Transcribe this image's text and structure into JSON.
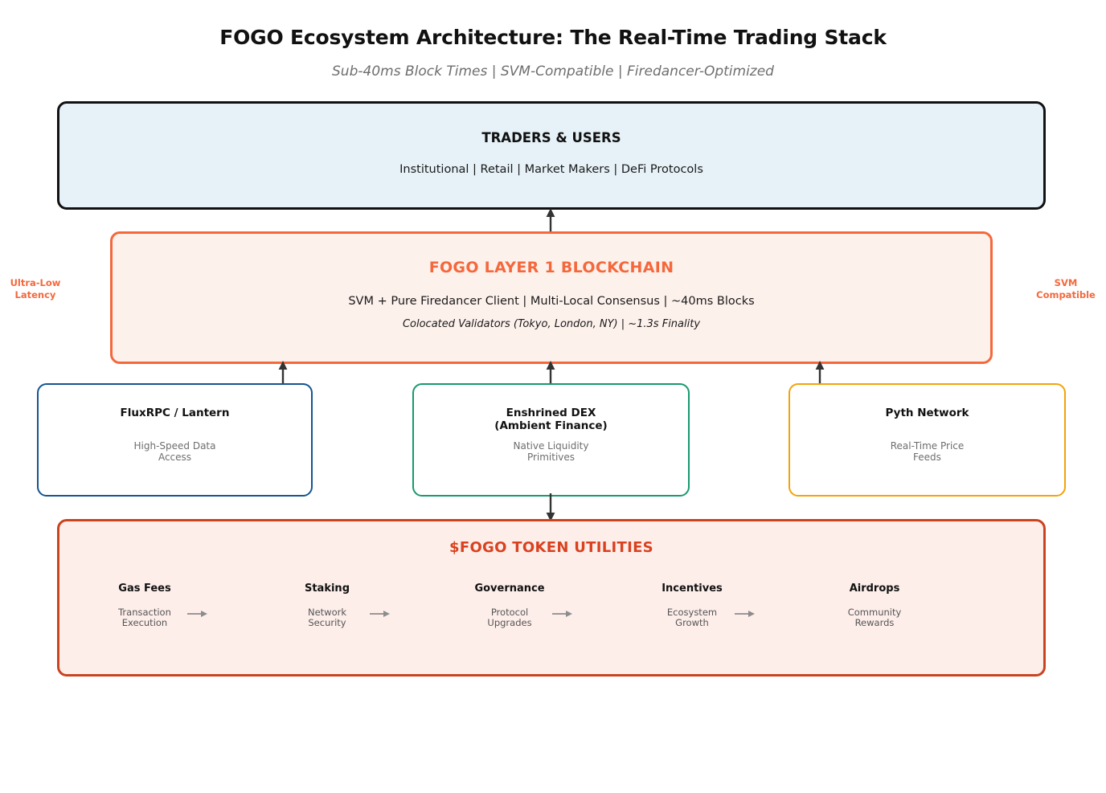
{
  "header": {
    "title": "FOGO Ecosystem Architecture: The Real-Time Trading Stack",
    "subtitle": "Sub-40ms Block Times | SVM-Compatible | Firedancer-Optimized"
  },
  "traders": {
    "title": "TRADERS & USERS",
    "subtitle": "Institutional | Retail | Market Makers | DeFi Protocols",
    "border_color": "#111111",
    "fill_color": "#e6f2f8"
  },
  "fogo_layer1": {
    "title": "FOGO LAYER 1 BLOCKCHAIN",
    "line1": "SVM + Pure Firedancer Client | Multi-Local Consensus | ~40ms Blocks",
    "line2": "Colocated Validators (Tokyo, London, NY) | ~1.3s Finality",
    "border_color": "#f4683c",
    "fill_color": "#fdf1ec",
    "title_color": "#f4683c"
  },
  "side_notes": {
    "left": "Ultra-Low Latency",
    "right": "SVM Compatible",
    "color": "#f4683c"
  },
  "services": [
    {
      "name": "FluxRPC / Lantern",
      "description": "High-Speed Data Access",
      "border_color": "#14558f"
    },
    {
      "name": "Enshrined DEX (Ambient Finance)",
      "description": "Native Liquidity Primitives",
      "border_color": "#17996e"
    },
    {
      "name": "Pyth Network",
      "description": "Real-Time Price Feeds",
      "border_color": "#f2a30a"
    }
  ],
  "token_utilities": {
    "title": "$FOGO TOKEN UTILITIES",
    "border_color": "#c9431f",
    "fill_color": "#fdeeea",
    "title_color": "#d9411f",
    "items": [
      {
        "label": "Gas Fees",
        "description": "Transaction Execution"
      },
      {
        "label": "Staking",
        "description": "Network Security"
      },
      {
        "label": "Governance",
        "description": "Protocol Upgrades"
      },
      {
        "label": "Incentives",
        "description": "Ecosystem Growth"
      },
      {
        "label": "Airdrops",
        "description": "Community Rewards"
      }
    ]
  }
}
